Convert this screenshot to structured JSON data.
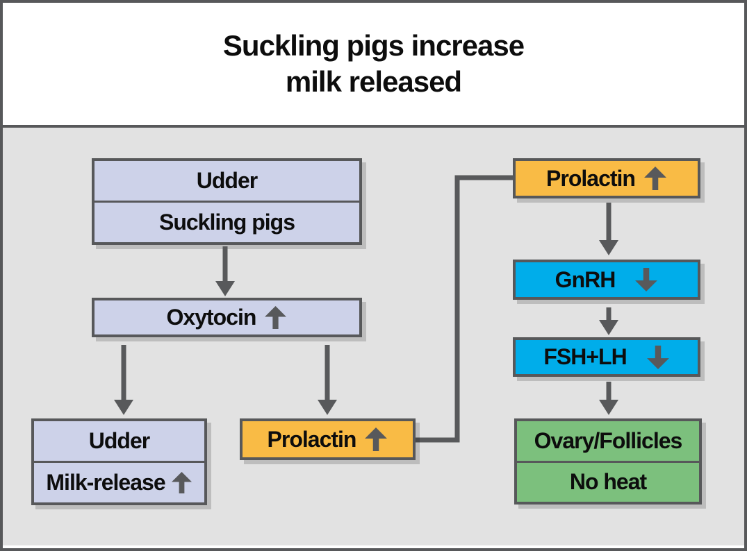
{
  "title": {
    "line1": "Suckling pigs increase",
    "line2": "milk released"
  },
  "nodes": {
    "udder_suckling": {
      "row1": "Udder",
      "row2": "Suckling pigs"
    },
    "oxytocin": {
      "label": "Oxytocin",
      "arrow": "up"
    },
    "udder_milk": {
      "row1": "Udder",
      "row2": "Milk-release",
      "row2_arrow": "up"
    },
    "prolactin_left": {
      "label": "Prolactin",
      "arrow": "up"
    },
    "prolactin_right": {
      "label": "Prolactin",
      "arrow": "up"
    },
    "gnrh": {
      "label": "GnRH",
      "arrow": "down"
    },
    "fsh_lh": {
      "label": "FSH+LH",
      "arrow": "down"
    },
    "ovary": {
      "row1": "Ovary/Follicles",
      "row2": "No heat"
    }
  },
  "colors": {
    "border": "#57585a",
    "arrow": "#58595b",
    "body_background": "#e2e2e2",
    "lavender_box": "#cdd2e9",
    "orange_box": "#f9bb45",
    "cyan_box": "#00adea",
    "green_box": "#7cc07d",
    "text": "#0d0d0d",
    "title_background": "#ffffff"
  }
}
